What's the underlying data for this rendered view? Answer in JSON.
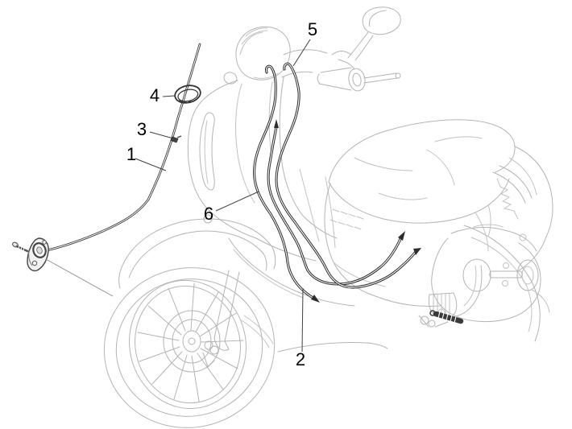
{
  "figure": {
    "description": "Line drawing of a scooter with brake/transmission cables highlighted and numbered part callouts"
  },
  "callouts": [
    {
      "number": "1"
    },
    {
      "number": "2"
    },
    {
      "number": "3"
    },
    {
      "number": "4"
    },
    {
      "number": "5"
    },
    {
      "number": "6"
    }
  ],
  "colors": {
    "background": "#ffffff",
    "body_outline": "#b4b4b4",
    "cable": "#2d2d2d",
    "leader_line": "#404040",
    "label_text": "#000000"
  }
}
